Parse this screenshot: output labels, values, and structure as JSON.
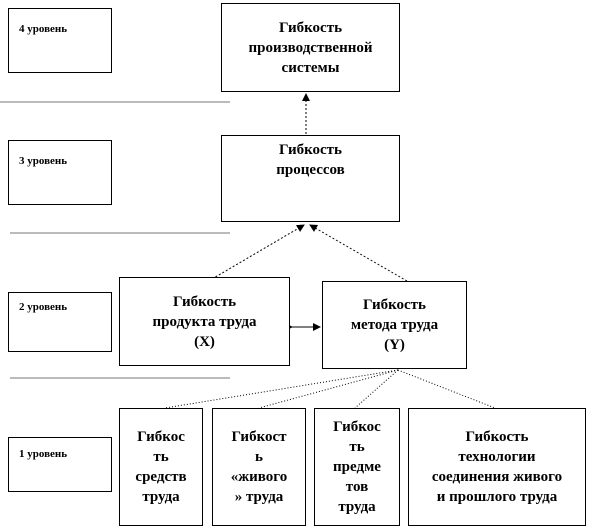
{
  "levels": {
    "l4": "4 уровень",
    "l3": "3 уровень",
    "l2": "2 уровень",
    "l1": "1 уровень"
  },
  "nodes": {
    "production_system": "Гибкость\nпроизводственной\nсистемы",
    "processes": "Гибкость\nпроцессов",
    "product_of_labor": "Гибкость\nпродукта труда\n(Х)",
    "method_of_labor": "Гибкость\nметода труда\n(Y)",
    "means_of_labor": "Гибкос\nть\nсредств\nтруда",
    "living_labor": "Гибкост\nь\n«живого\n» труда",
    "object_of_labor": "Гибкос\nть\nпредме\nтов\nтруда",
    "technology": "Гибкость\nтехнологии\nсоединения живого\nи прошлого труда"
  }
}
